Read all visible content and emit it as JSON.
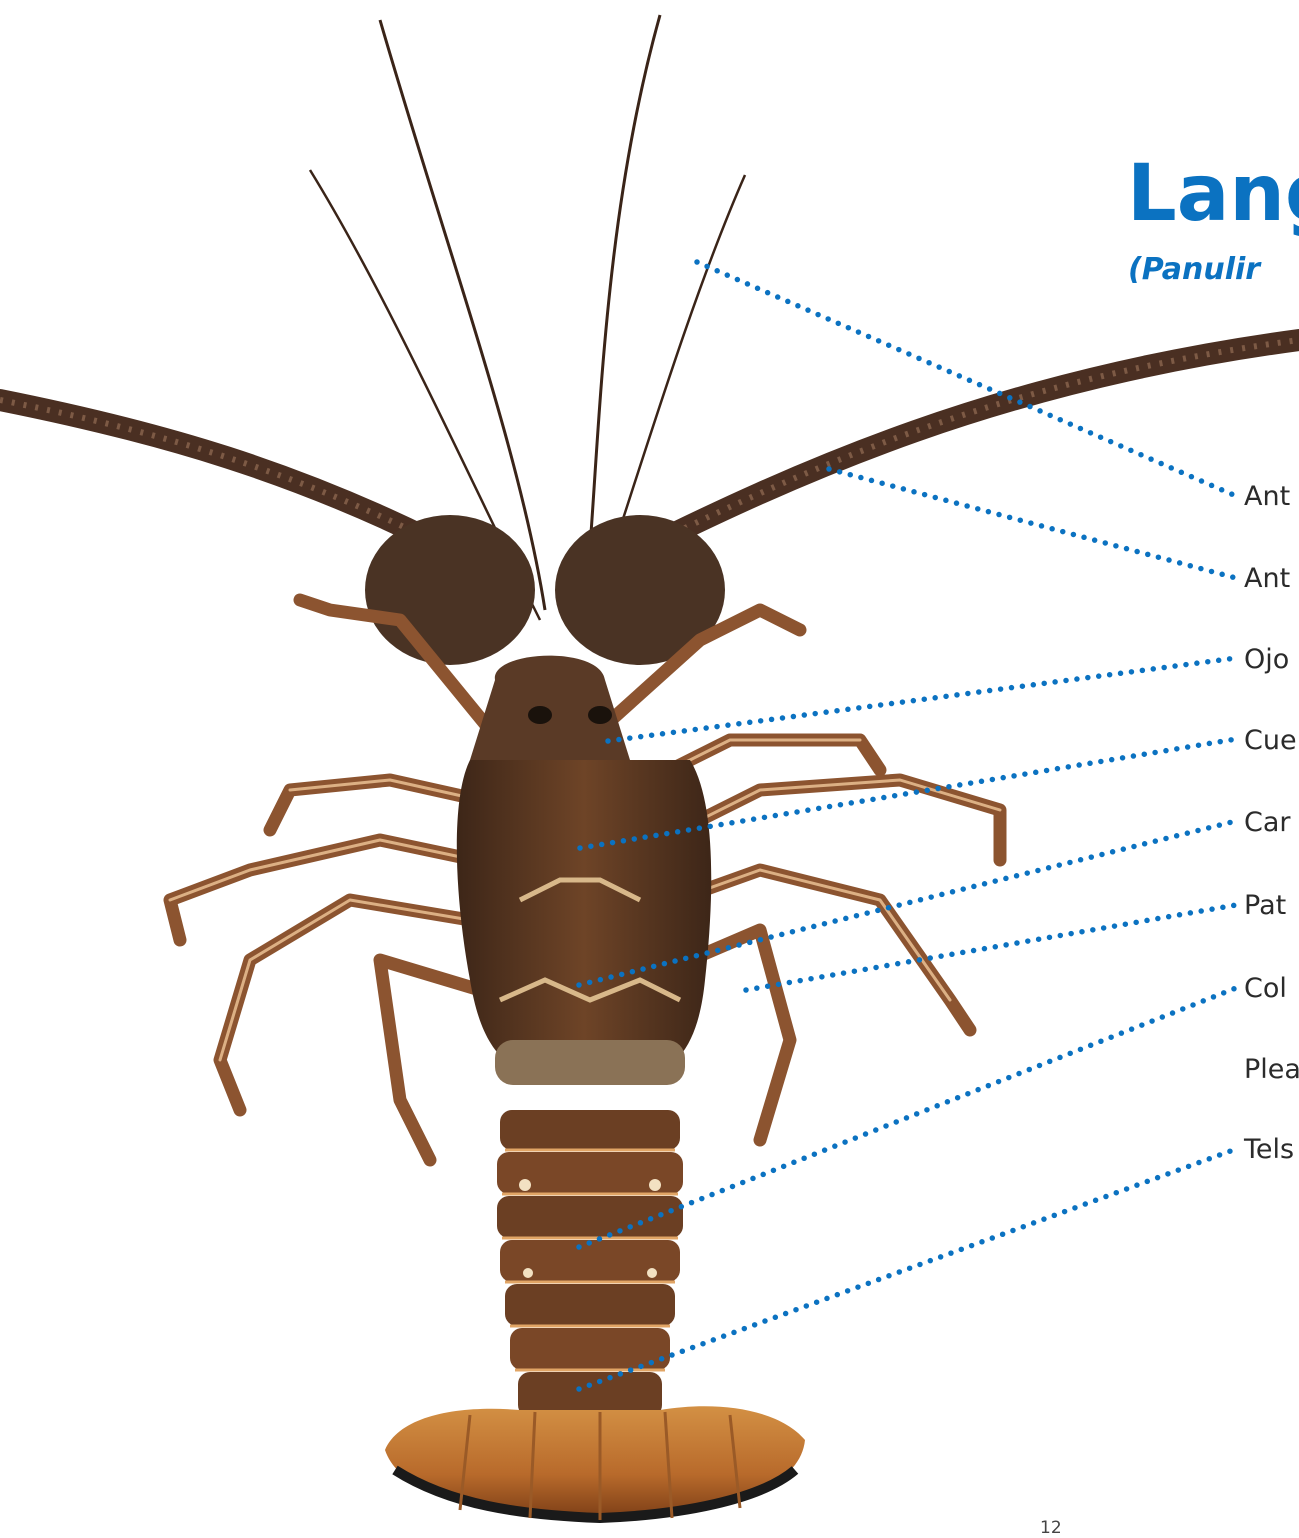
{
  "title": "Lang",
  "subtitle": "(Panulir",
  "labels": [
    {
      "id": "antena-1",
      "text": "Ant"
    },
    {
      "id": "antena-2",
      "text": "Ant"
    },
    {
      "id": "ojo",
      "text": "Ojo"
    },
    {
      "id": "cuerno",
      "text": "Cue"
    },
    {
      "id": "caparazon",
      "text": "Car"
    },
    {
      "id": "patas",
      "text": "Pat"
    },
    {
      "id": "cola",
      "text": "Col"
    },
    {
      "id": "pleopodos",
      "text": "Plea"
    },
    {
      "id": "telson",
      "text": "Tels"
    }
  ],
  "page_number": "12",
  "colors": {
    "accent": "#0b72c1",
    "leader_line": "#0b72c1",
    "shell_dark": "#4a2f1e",
    "shell_mid": "#7a4a28",
    "shell_light": "#c98a45",
    "tail_band": "#1a1a1a"
  },
  "image": {
    "subject": "spiny-lobster-dorsal-view"
  }
}
